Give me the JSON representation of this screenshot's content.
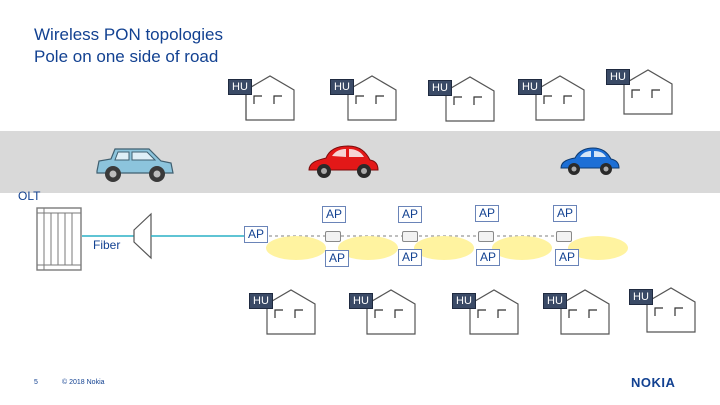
{
  "title": {
    "line1": "Wireless PON topologies",
    "line2": "Pole on one side of road"
  },
  "labels": {
    "olt": "OLT",
    "fiber": "Fiber",
    "hu": "HU",
    "ap": "AP"
  },
  "footer": {
    "page_number": "5",
    "copyright": "© 2018 Nokia",
    "logo": "NOKIA"
  },
  "colors": {
    "brand": "#124191",
    "fiber": "#2ab0c6",
    "road": "#d9d9d9",
    "coverage": "#fff3a0",
    "car_left": "#8cc4dc",
    "car_middle": "#e31818",
    "car_right": "#1c6fd6"
  }
}
